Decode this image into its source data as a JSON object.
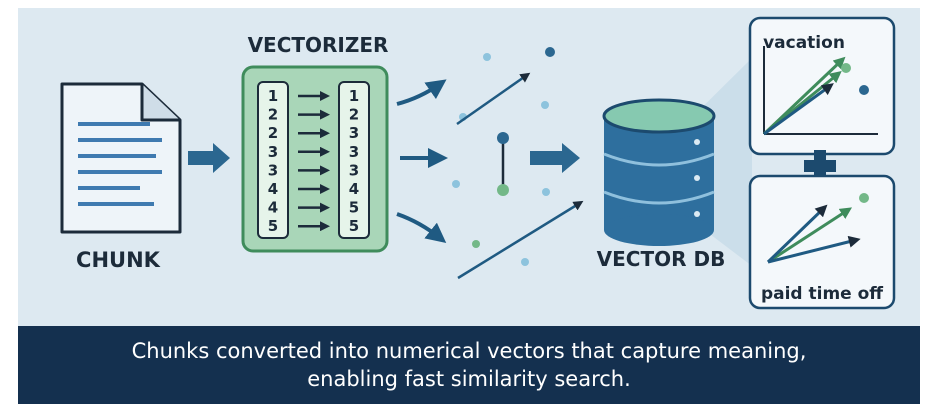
{
  "colors": {
    "panel_bg": "#dde9f1",
    "navy": "#14304f",
    "arrow_blue": "#2b6790",
    "green_fill": "#a9d6b8",
    "green_stroke": "#3f8c5c",
    "db_blue": "#2e6f9e",
    "db_top": "#86c9b0",
    "dot_light": "#8dc3dd",
    "dot_dark": "#2b6790",
    "dot_green": "#73b888"
  },
  "chunk": {
    "label": "CHUNK",
    "icon": "document-icon"
  },
  "vectorizer": {
    "title": "VECTORIZER",
    "left_column": [
      "1",
      "2",
      "2",
      "3",
      "3",
      "4",
      "4",
      "5"
    ],
    "right_column": [
      "1",
      "2",
      "3",
      "3",
      "3",
      "4",
      "5",
      "5"
    ]
  },
  "vector_db": {
    "label": "VECTOR DB",
    "icon": "database-icon"
  },
  "examples": [
    {
      "label": "vacation"
    },
    {
      "label": "paid time off"
    }
  ],
  "caption": {
    "line1": "Chunks converted into numerical vectors that capture meaning,",
    "line2": "enabling fast similarity search."
  }
}
